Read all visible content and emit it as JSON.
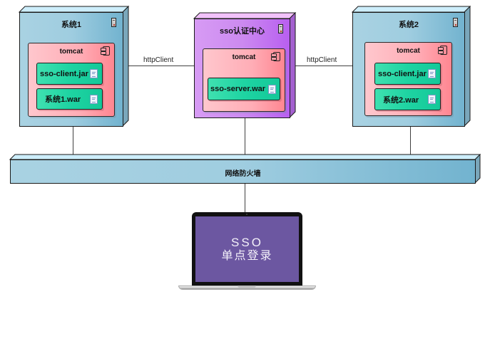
{
  "diagram": {
    "system1": {
      "title": "系统1",
      "container": "tomcat",
      "artifacts": [
        "sso-client.jar",
        "系统1.war"
      ]
    },
    "sso_center": {
      "title": "sso认证中心",
      "container": "tomcat",
      "artifacts": [
        "sso-server.war"
      ]
    },
    "system2": {
      "title": "系统2",
      "container": "tomcat",
      "artifacts": [
        "sso-client.jar",
        "系统2.war"
      ]
    },
    "connections": {
      "left_label": "httpClient",
      "right_label": "httpClient"
    },
    "firewall": {
      "title": "网络防火墙"
    },
    "client": {
      "screen_line1": "SSO",
      "screen_line2": "单点登录"
    }
  },
  "colors": {
    "node_blue": "#9fcde0",
    "node_purple": "#cc8af0",
    "tomcat_pink": "#ffadb6",
    "artifact_green": "#1ed4a2",
    "screen_purple": "#6c57a1"
  }
}
